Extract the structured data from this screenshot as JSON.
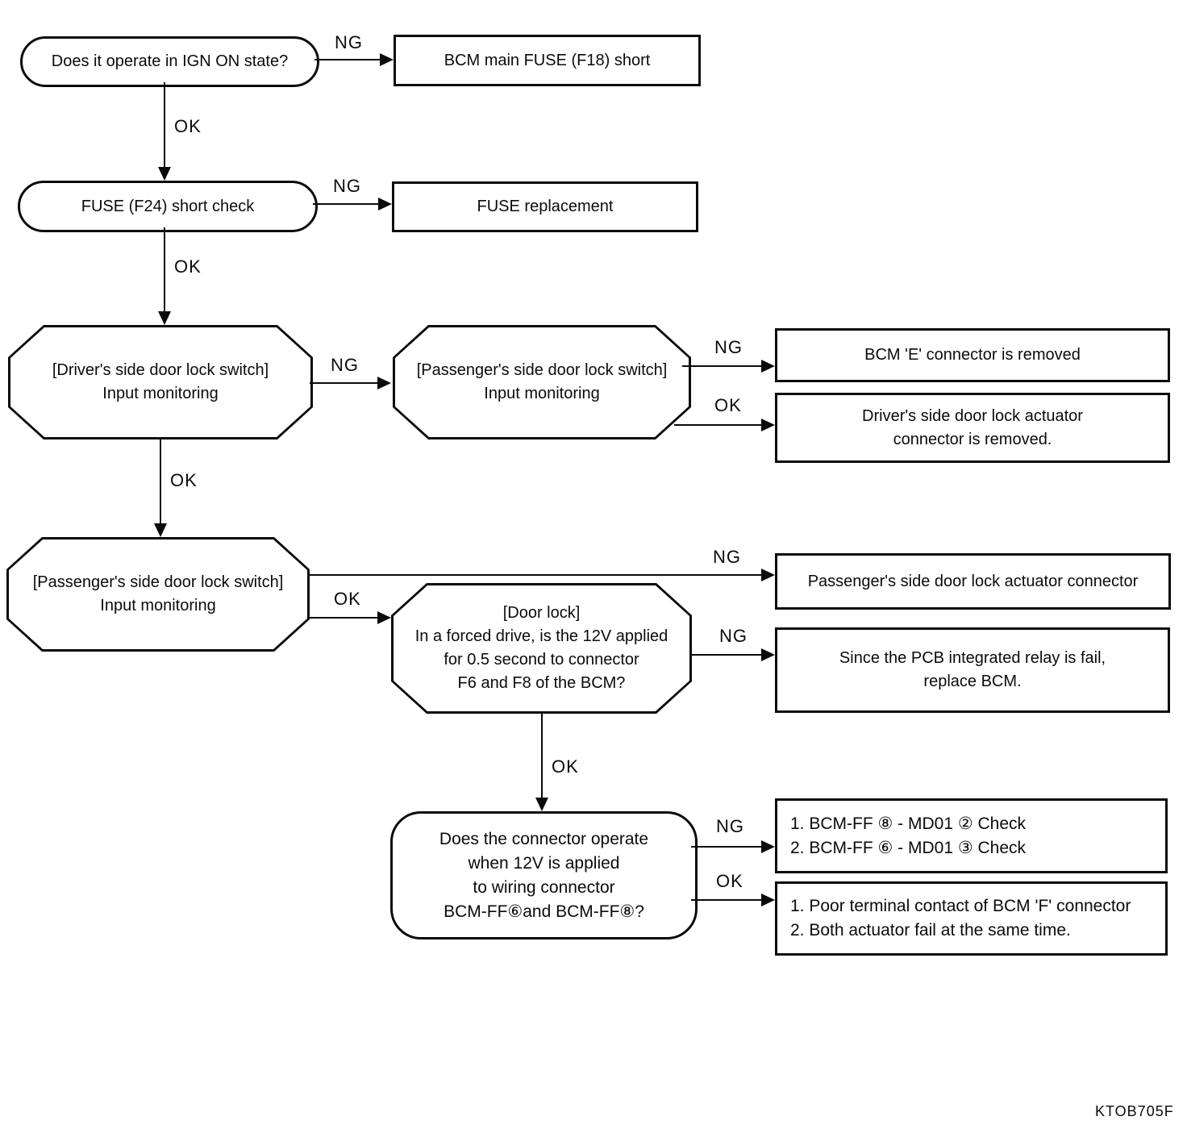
{
  "figure": {
    "code": "KTOB705F"
  },
  "colors": {
    "ink": "#0b0b0b",
    "background": "#ffffff"
  },
  "nodes": {
    "ign_on": {
      "shape": "stadium",
      "lines": [
        "Does it operate in IGN ON state?"
      ]
    },
    "bcm_main_fuse": {
      "shape": "rectangle",
      "lines": [
        "BCM main FUSE (F18) short"
      ]
    },
    "fuse_f24": {
      "shape": "stadium",
      "lines": [
        "FUSE (F24) short check"
      ]
    },
    "fuse_replacement": {
      "shape": "rectangle",
      "lines": [
        "FUSE replacement"
      ]
    },
    "driver_switch": {
      "shape": "octagon",
      "lines": [
        "[Driver's side door lock switch]",
        "Input monitoring"
      ]
    },
    "passenger_switch_a": {
      "shape": "octagon",
      "lines": [
        "[Passenger's side door lock switch]",
        "Input monitoring"
      ]
    },
    "bcm_e_connector": {
      "shape": "rectangle",
      "lines": [
        "BCM 'E' connector is removed"
      ]
    },
    "driver_actuator": {
      "shape": "rectangle",
      "lines": [
        "Driver's side door lock actuator",
        "connector is removed."
      ]
    },
    "passenger_switch_b": {
      "shape": "octagon",
      "lines": [
        "[Passenger's side door lock switch]",
        "Input monitoring"
      ]
    },
    "passenger_actuator": {
      "shape": "rectangle",
      "lines": [
        "Passenger's side door lock actuator connector"
      ]
    },
    "door_lock": {
      "shape": "octagon",
      "lines": [
        "[Door lock]",
        "In a forced drive, is the 12V applied",
        "for 0.5 second to connector",
        "F6 and F8 of the BCM?"
      ]
    },
    "pcb_relay": {
      "shape": "rectangle",
      "lines": [
        "Since the PCB integrated relay is fail,",
        "replace BCM."
      ]
    },
    "connector_operate": {
      "shape": "stadium",
      "lines": [
        "Does the connector operate",
        "when 12V is applied",
        "to wiring connector",
        "BCM-FF⑥and BCM-FF⑧?"
      ]
    },
    "bcm_ff_check": {
      "shape": "rectangle",
      "lines": [
        "1. BCM-FF ⑧ - MD01 ② Check",
        "2. BCM-FF ⑥ - MD01 ③ Check"
      ]
    },
    "poor_contact": {
      "shape": "rectangle",
      "lines": [
        "1. Poor terminal contact of BCM 'F' connector",
        "2. Both actuator fail at the same time."
      ]
    }
  },
  "edges": [
    {
      "from": "ign_on",
      "to": "bcm_main_fuse",
      "label": "NG"
    },
    {
      "from": "ign_on",
      "to": "fuse_f24",
      "label": "OK"
    },
    {
      "from": "fuse_f24",
      "to": "fuse_replacement",
      "label": "NG"
    },
    {
      "from": "fuse_f24",
      "to": "driver_switch",
      "label": "OK"
    },
    {
      "from": "driver_switch",
      "to": "passenger_switch_a",
      "label": "NG"
    },
    {
      "from": "driver_switch",
      "to": "passenger_switch_b",
      "label": "OK"
    },
    {
      "from": "passenger_switch_a",
      "to": "bcm_e_connector",
      "label": "NG"
    },
    {
      "from": "passenger_switch_a",
      "to": "driver_actuator",
      "label": "OK"
    },
    {
      "from": "passenger_switch_b",
      "to": "passenger_actuator",
      "label": "NG"
    },
    {
      "from": "passenger_switch_b",
      "to": "door_lock",
      "label": "OK"
    },
    {
      "from": "door_lock",
      "to": "pcb_relay",
      "label": "NG"
    },
    {
      "from": "door_lock",
      "to": "connector_operate",
      "label": "OK"
    },
    {
      "from": "connector_operate",
      "to": "bcm_ff_check",
      "label": "NG"
    },
    {
      "from": "connector_operate",
      "to": "poor_contact",
      "label": "OK"
    }
  ]
}
